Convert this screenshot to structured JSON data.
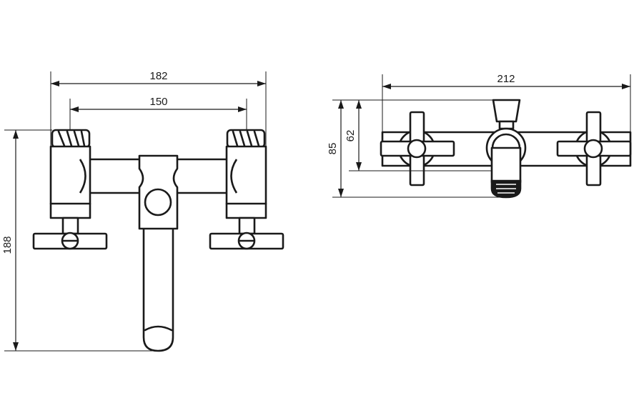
{
  "dimensions": {
    "front_overall_width": "182",
    "front_handle_spacing": "150",
    "front_height": "188",
    "top_width": "212",
    "top_depth": "85",
    "top_wall_depth": "62"
  }
}
